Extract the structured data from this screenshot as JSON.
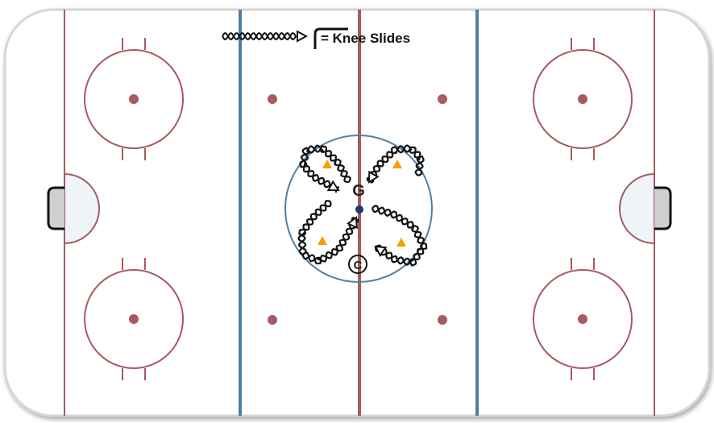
{
  "legend": {
    "text": "= Knee Slides"
  },
  "players": {
    "goalie": "G",
    "coach": "C"
  },
  "colors": {
    "red_line": "#a85a5e",
    "blue_line": "#4f7fa6",
    "crease_fill": "#eef4f8",
    "cone": "#f5a000",
    "puck": "#1c3a6b",
    "board": "#cfcfcf"
  },
  "icons": {
    "path_symbol": "wavy-path-arrow-icon",
    "cone": "triangle-cone-icon",
    "puck": "puck-dot-icon"
  }
}
